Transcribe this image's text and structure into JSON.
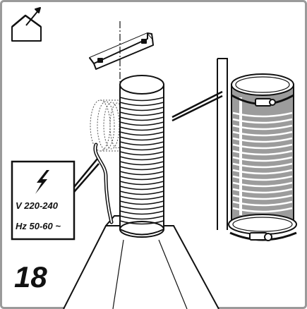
{
  "step_number": "18",
  "electrical": {
    "voltage_label": "V 220-240",
    "frequency_label": "Hz 50-60 ~"
  },
  "icons": {
    "exhaust": "house-exhaust-outside-icon",
    "power": "lightning-bolt-icon"
  },
  "colors": {
    "ink": "#111111",
    "frame": "#9a9a9a",
    "duct_fill": "#9c9c9c",
    "paper": "#ffffff"
  }
}
